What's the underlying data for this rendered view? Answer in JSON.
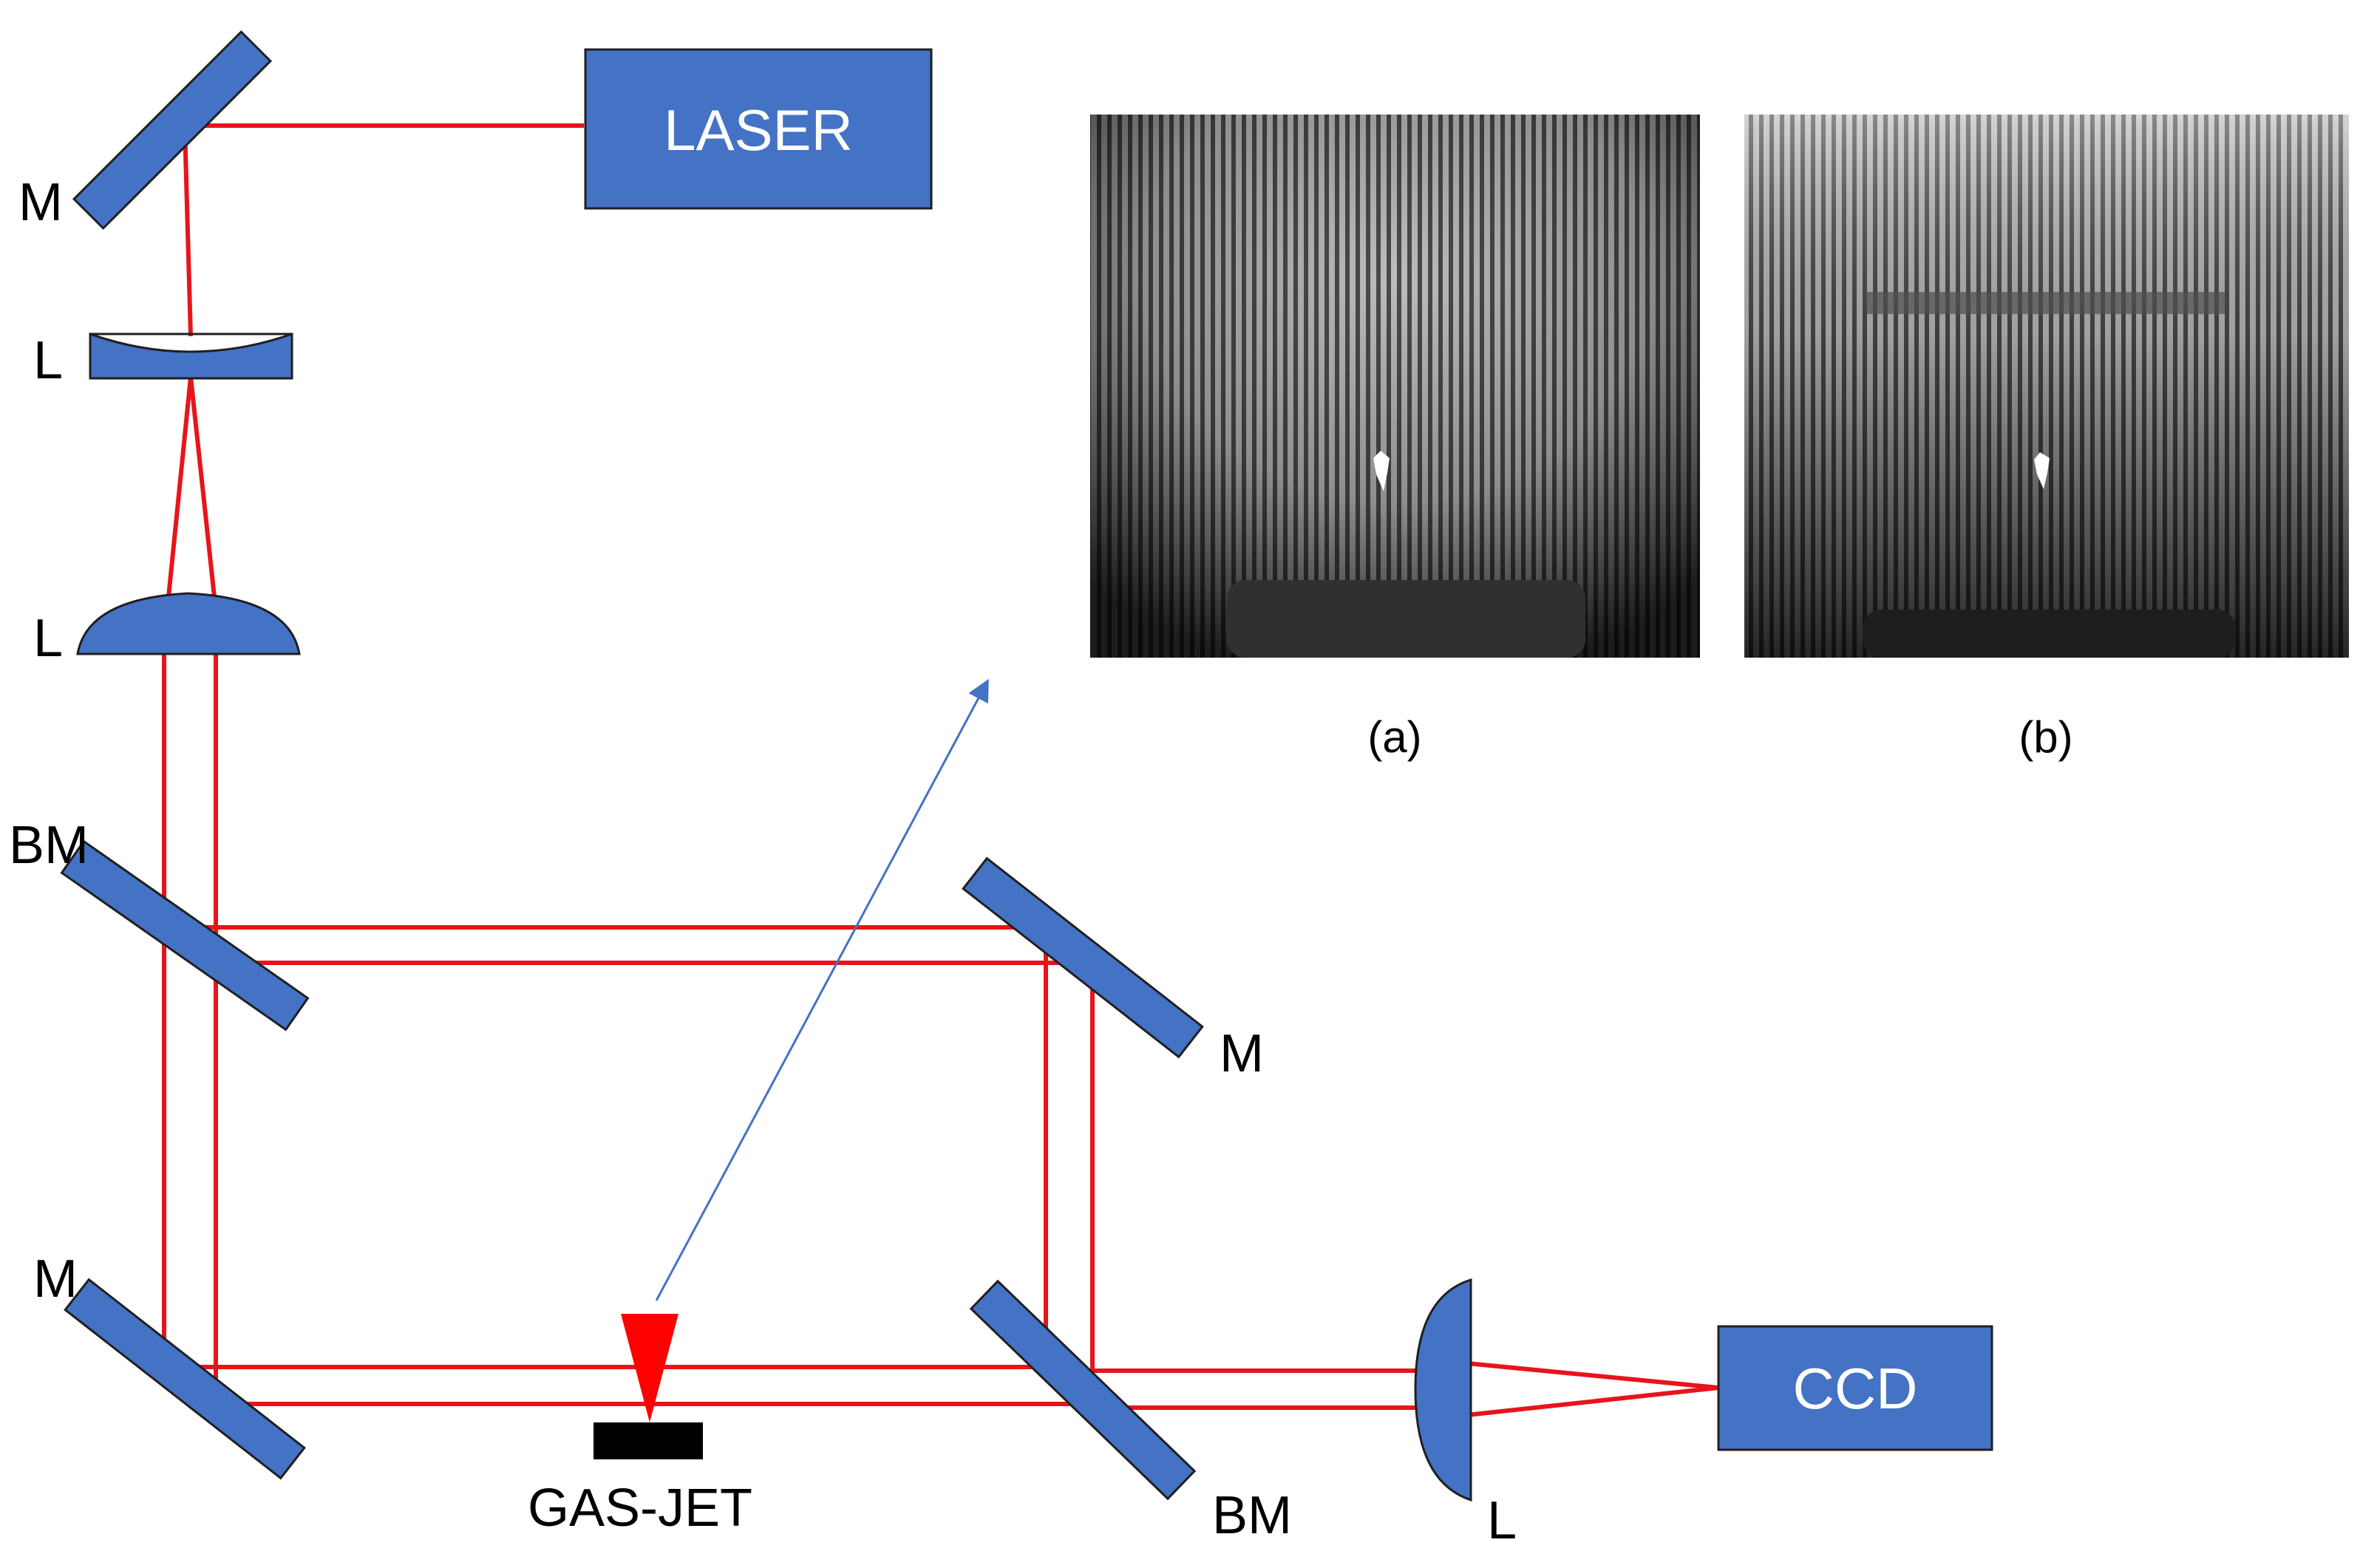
{
  "colors": {
    "component_fill": "#4472C4",
    "component_stroke": "#1F1F1F",
    "beam": "#E8141B",
    "arrow": "#4472C4",
    "gas_jet": "#000000",
    "background": "#FFFFFF"
  },
  "labels": {
    "laser": "LASER",
    "ccd": "CCD",
    "gas_jet": "GAS-JET",
    "mirror_top": "M",
    "lens_concave": "L",
    "lens_convex": "L",
    "beam_splitter_left": "BM",
    "mirror_right": "M",
    "mirror_bottom_left": "M",
    "beam_splitter_right": "BM",
    "lens_output": "L"
  },
  "insets": [
    {
      "caption": "(a)"
    },
    {
      "caption": "(b)"
    }
  ]
}
